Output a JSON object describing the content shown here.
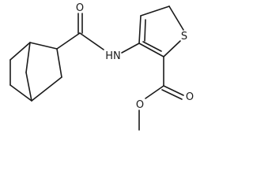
{
  "molecule": {
    "atoms": {
      "carbonyl_oxygen": "O",
      "amide_nitrogen": "HN",
      "thiophene_sulfur": "S",
      "ester_carbonyl_oxygen": "O",
      "ester_oxygen": "O"
    }
  }
}
